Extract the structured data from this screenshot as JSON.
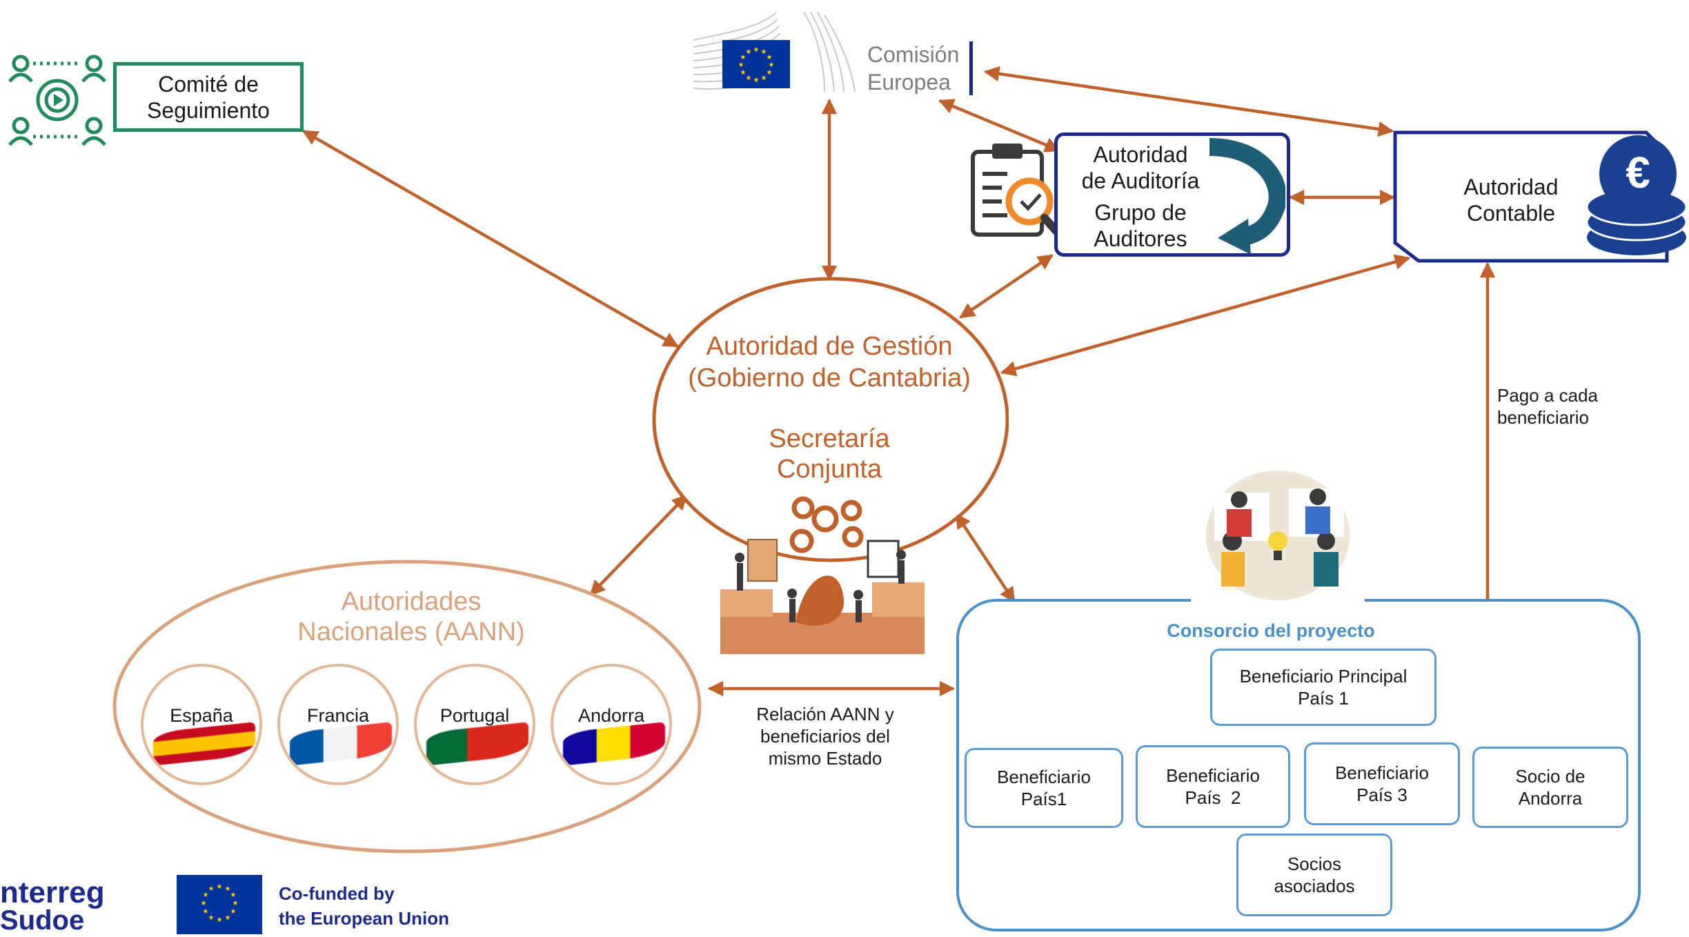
{
  "header": {
    "commission_line1": "Comisión",
    "commission_line2": "Europea"
  },
  "comite": {
    "line1": "Comité de",
    "line2": "Seguimiento"
  },
  "auditoria": {
    "line1": "Autoridad",
    "line2": "de Auditoría",
    "line3": "Grupo de",
    "line4": "Auditores"
  },
  "contable": {
    "line1": "Autoridad",
    "line2": "Contable",
    "currency_symbol": "€"
  },
  "gestion": {
    "line1": "Autoridad de Gestión",
    "line2": "(Gobierno de Cantabria)",
    "line3": "Secretaría",
    "line4": "Conjunta"
  },
  "aann": {
    "line1": "Autoridades",
    "line2": "Nacionales (AANN)",
    "countries": [
      {
        "name": "España",
        "colors": [
          "#c60b1e",
          "#ffc400",
          "#c60b1e"
        ]
      },
      {
        "name": "Francia",
        "colors": [
          "#0055a4",
          "#ffffff",
          "#ef4135"
        ]
      },
      {
        "name": "Portugal",
        "colors": [
          "#046a38",
          "#da291c",
          "#da291c"
        ]
      },
      {
        "name": "Andorra",
        "colors": [
          "#10069f",
          "#fedd00",
          "#d50032"
        ]
      }
    ]
  },
  "relacion": {
    "line1": "Relación AANN y",
    "line2": "beneficiarios del",
    "line3": "mismo Estado"
  },
  "pago": {
    "line1": "Pago a cada",
    "line2": "beneficiario"
  },
  "consorcio": {
    "title": "Consorcio del proyecto",
    "principal_line1": "Beneficiario Principal",
    "principal_line2": "País 1",
    "b1_line1": "Beneficiario",
    "b1_line2": "País1",
    "b2_line1": "Beneficiario",
    "b2_line2": "País  2",
    "b3_line1": "Beneficiario",
    "b3_line2": "País 3",
    "andorra_line1": "Socio de",
    "andorra_line2": "Andorra",
    "socios_line1": "Socios",
    "socios_line2": "asociados"
  },
  "footer": {
    "interreg_line1": "nterreg",
    "interreg_line2": "Sudoe",
    "cofunded_line1": "Co-funded by",
    "cofunded_line2": "the European Union"
  },
  "colors": {
    "arrow": "#c0612b",
    "gestion_text": "#c0612b",
    "aann_text": "#d9a27c",
    "navy": "#1b2a8c",
    "green": "#1f8a5b",
    "consorcio_blue": "#4a90c8"
  }
}
